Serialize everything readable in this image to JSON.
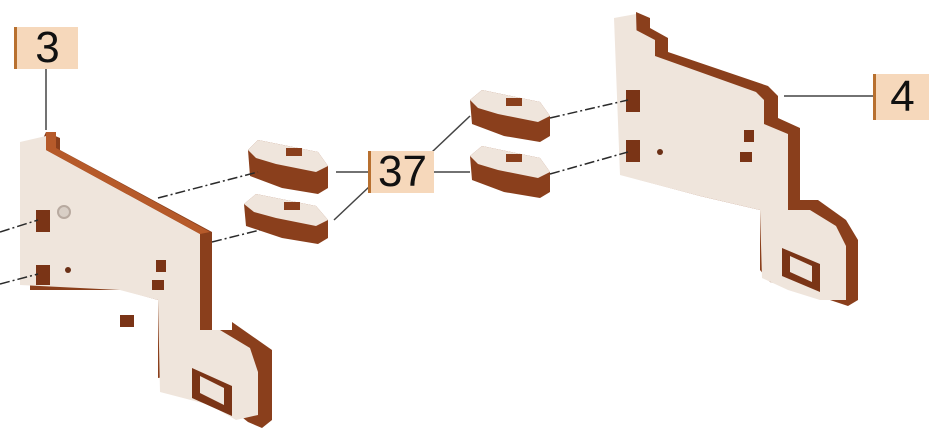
{
  "callouts": {
    "part_3": "3",
    "part_37": "37",
    "part_4": "4"
  },
  "colors": {
    "wood_face": "#efe5dc",
    "wood_edge": "#8a3f1c",
    "wood_edge_dark": "#5e2810",
    "callout_fill": "#f6d8bb",
    "callout_border": "#b8702f",
    "leader_line": "#2a2a2a"
  }
}
